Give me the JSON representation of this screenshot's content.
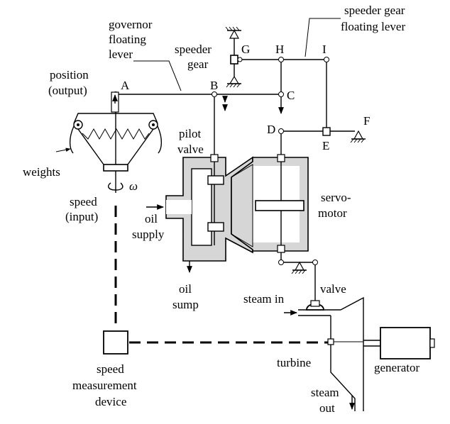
{
  "labels": {
    "governor_floating_lever": [
      "governor",
      "floating",
      "lever"
    ],
    "speeder_gear_floating_lever": [
      "speeder gear",
      "floating lever"
    ],
    "speeder_gear": [
      "speeder",
      "gear"
    ],
    "position_output": [
      "position",
      "(output)"
    ],
    "weights": "weights",
    "omega": "ω",
    "speed_input": [
      "speed",
      "(input)"
    ],
    "oil_supply": [
      "oil",
      "supply"
    ],
    "pilot_valve": [
      "pilot",
      "valve"
    ],
    "servo_motor": [
      "servo-",
      "motor"
    ],
    "oil_sump": [
      "oil",
      "sump"
    ],
    "steam_in": "steam in",
    "valve": "valve",
    "turbine": "turbine",
    "generator": "generator",
    "steam_out": [
      "steam",
      "out"
    ],
    "speed_measurement_device": [
      "speed",
      "measurement",
      "device"
    ]
  },
  "points": {
    "A": "A",
    "B": "B",
    "C": "C",
    "D": "D",
    "E": "E",
    "F": "F",
    "G": "G",
    "H": "H",
    "I": "I"
  }
}
